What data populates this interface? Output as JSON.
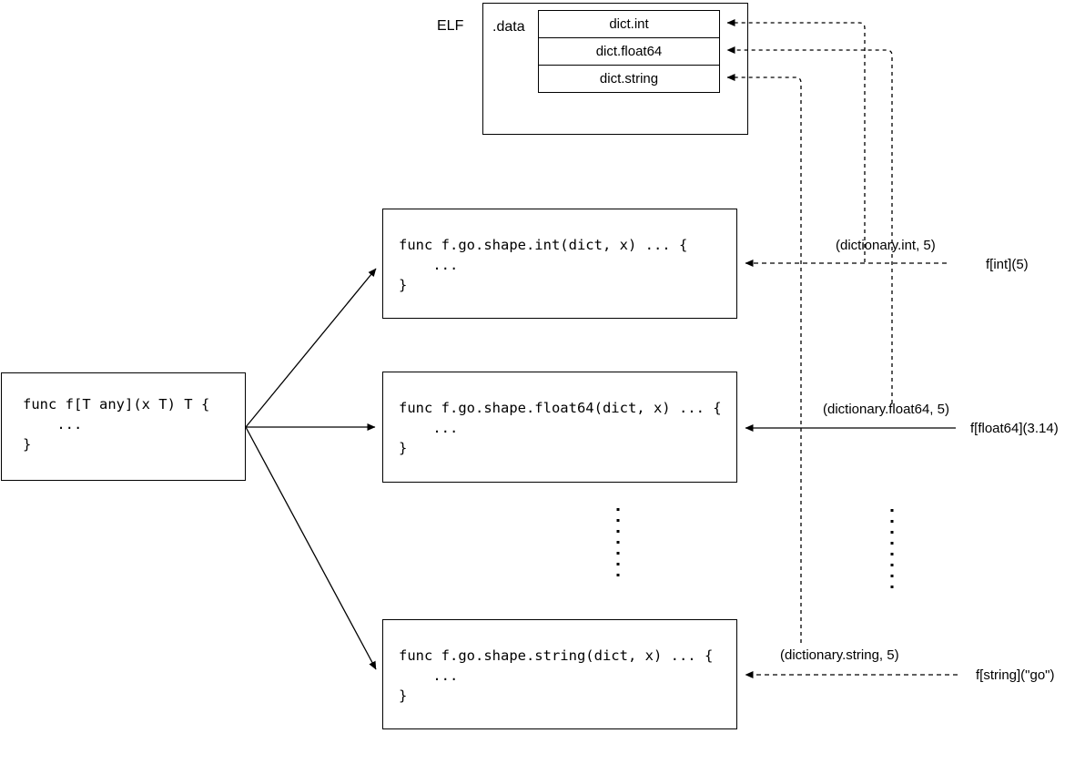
{
  "colors": {
    "background": "#ffffff",
    "line": "#000000",
    "text": "#000000"
  },
  "elf": {
    "label": "ELF",
    "section": ".data",
    "entries": [
      {
        "label": "dict.int"
      },
      {
        "label": "dict.float64"
      },
      {
        "label": "dict.string"
      }
    ]
  },
  "generic_func": {
    "code": "func f[T any](x T) T {\n    ...\n}"
  },
  "shape_funcs": [
    {
      "name": "f.go.shape.int",
      "code": "func f.go.shape.int(dict, x) ... {\n    ...\n}"
    },
    {
      "name": "f.go.shape.float64",
      "code": "func f.go.shape.float64(dict, x) ... {\n    ...\n}"
    },
    {
      "name": "f.go.shape.string",
      "code": "func f.go.shape.string(dict, x) ... {\n    ...\n}"
    }
  ],
  "call_sites": [
    {
      "dict_args": "(dictionary.int, 5)",
      "call": "f[int](5)"
    },
    {
      "dict_args": "(dictionary.float64, 5)",
      "call": "f[float64](3.14)"
    },
    {
      "dict_args": "(dictionary.string, 5)",
      "call": "f[string](\"go\")"
    }
  ]
}
